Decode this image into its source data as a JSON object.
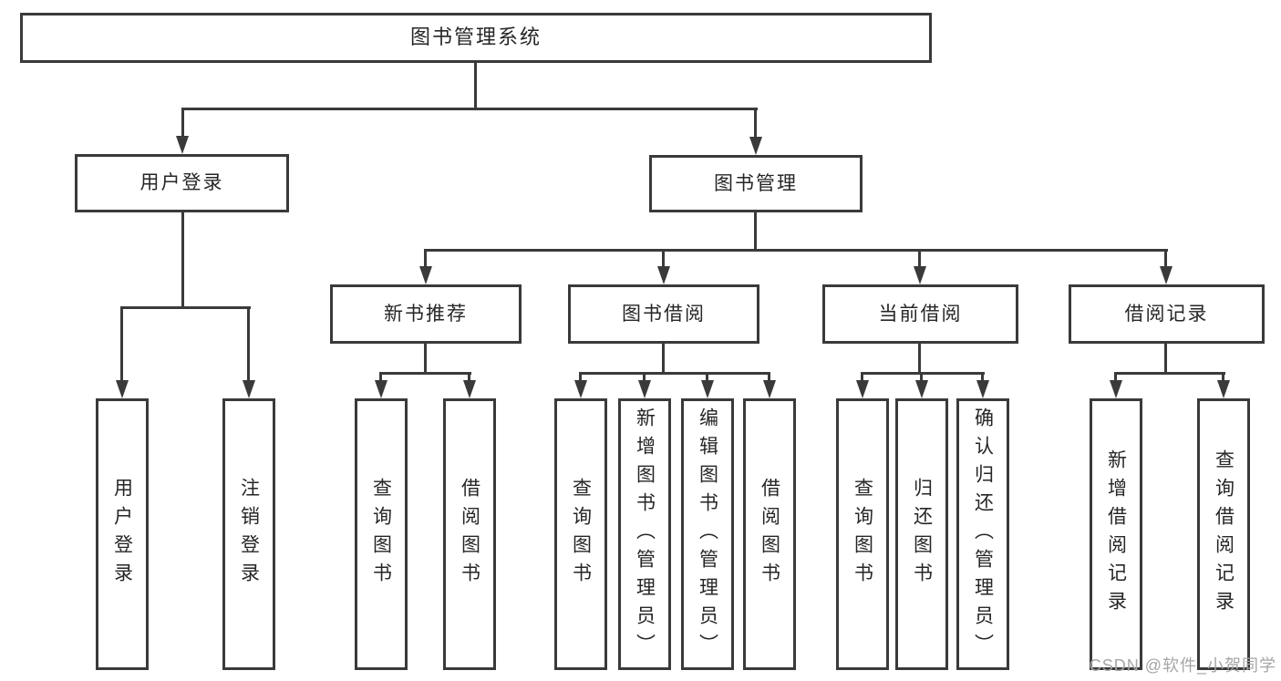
{
  "diagram": {
    "title": "图书管理系统",
    "branches": [
      {
        "label": "用户登录",
        "children": [
          {
            "label": "用户登录"
          },
          {
            "label": "注销登录"
          }
        ]
      },
      {
        "label": "图书管理",
        "children": [
          {
            "label": "新书推荐",
            "children": [
              {
                "label": "查询图书"
              },
              {
                "label": "借阅图书"
              }
            ]
          },
          {
            "label": "图书借阅",
            "children": [
              {
                "label": "查询图书"
              },
              {
                "label": "新增图书（管理员）"
              },
              {
                "label": "编辑图书（管理员）"
              },
              {
                "label": "借阅图书"
              }
            ]
          },
          {
            "label": "当前借阅",
            "children": [
              {
                "label": "查询图书"
              },
              {
                "label": "归还图书"
              },
              {
                "label": "确认归还（管理员）"
              }
            ]
          },
          {
            "label": "借阅记录",
            "children": [
              {
                "label": "新增借阅记录"
              },
              {
                "label": "查询借阅记录"
              }
            ]
          }
        ]
      }
    ],
    "colors": {
      "line": "#3a3a3a",
      "text": "#262626",
      "background": "#ffffff",
      "watermark": "#a6a6a6"
    }
  },
  "watermark": {
    "text": "CSDN @软件_小贺同学"
  }
}
